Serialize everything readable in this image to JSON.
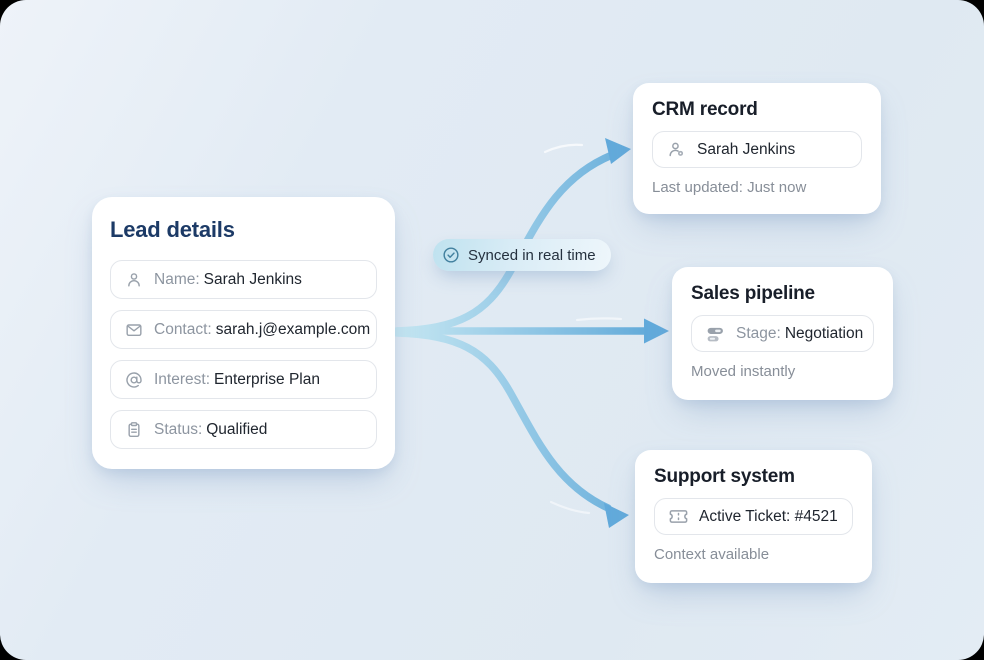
{
  "badge": {
    "label": "Synced in real time"
  },
  "lead_card": {
    "title": "Lead details",
    "fields": [
      {
        "icon": "user-icon",
        "label": "Name:",
        "value": "Sarah Jenkins"
      },
      {
        "icon": "mail-icon",
        "label": "Contact:",
        "value": "sarah.j@example.com"
      },
      {
        "icon": "at-sign-icon",
        "label": "Interest:",
        "value": "Enterprise Plan"
      },
      {
        "icon": "clipboard-icon",
        "label": "Status:",
        "value": "Qualified"
      }
    ]
  },
  "target_cards": [
    {
      "title": "CRM record",
      "icon": "user-gear-icon",
      "row_label": "",
      "row_value": "Sarah Jenkins",
      "footnote": "Last updated: Just now"
    },
    {
      "title": "Sales pipeline",
      "icon": "pipeline-stages-icon",
      "row_label": "Stage:",
      "row_value": "Negotiation",
      "footnote": "Moved instantly"
    },
    {
      "title": "Support system",
      "icon": "ticket-icon",
      "row_label": "",
      "row_value": "Active Ticket: #4521",
      "footnote": "Context available"
    }
  ],
  "colors": {
    "background": "#e1eaf3",
    "card": "#ffffff",
    "lead_title": "#1c3a66",
    "card_title": "#181e29",
    "label_gray": "#8d95a0",
    "value_dark": "#20262f",
    "footnote_gray": "#878e98",
    "arrow_gradient_start": "#c6e7f2",
    "arrow_gradient_end": "#5fa8d8",
    "badge_check": "#43819f"
  }
}
